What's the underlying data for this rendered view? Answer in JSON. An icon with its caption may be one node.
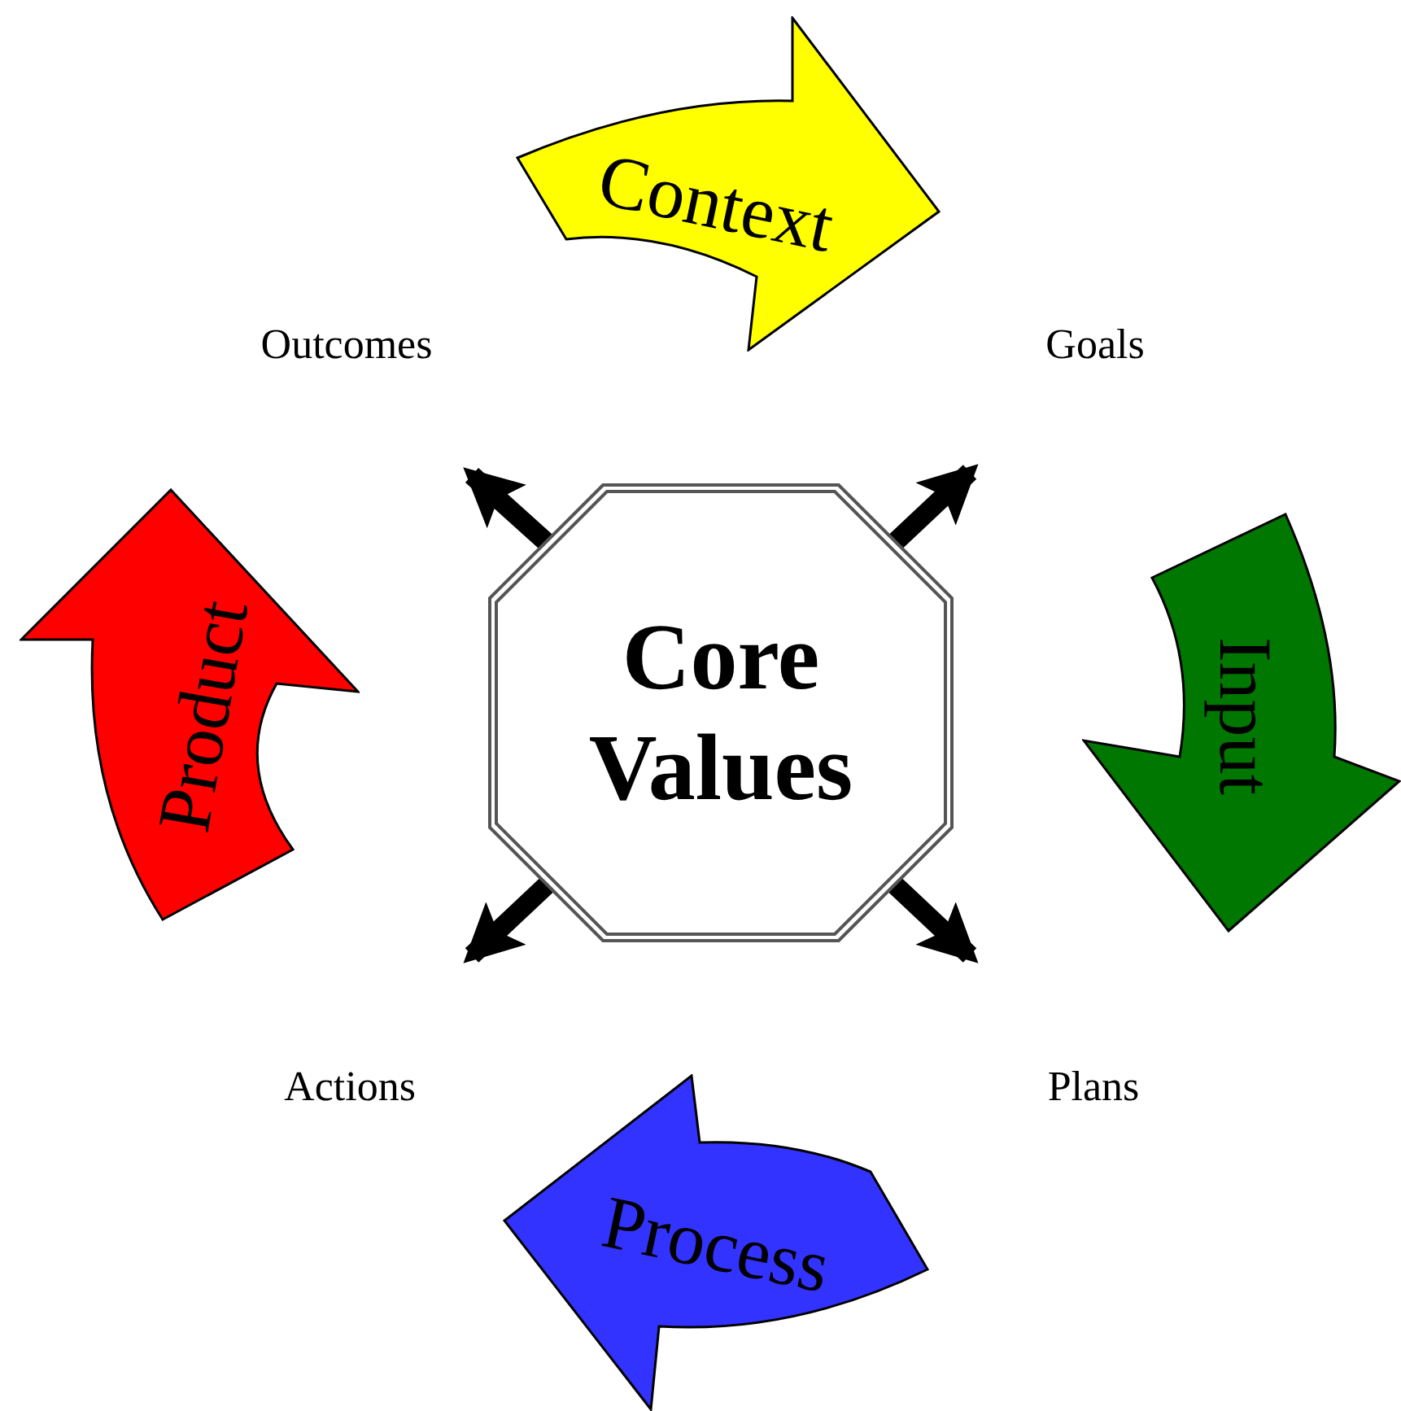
{
  "diagram": {
    "nodes": [
      {
        "text": [
          "Context"
        ]
      },
      {
        "text": [
          "Input"
        ]
      },
      {
        "text": [
          "Process"
        ]
      },
      {
        "text": [
          "Product"
        ]
      },
      {
        "text": [
          "Core Values"
        ]
      }
    ],
    "edges": [
      {
        "from": 4,
        "to": null,
        "arrow": "to"
      },
      {
        "from": 4,
        "to": null,
        "arrow": "to"
      },
      {
        "from": 4,
        "to": null,
        "arrow": "to"
      },
      {
        "from": 4,
        "to": null,
        "arrow": "to"
      }
    ],
    "labels": [
      "Outcomes",
      "Goals",
      "Actions",
      "Plans"
    ]
  }
}
